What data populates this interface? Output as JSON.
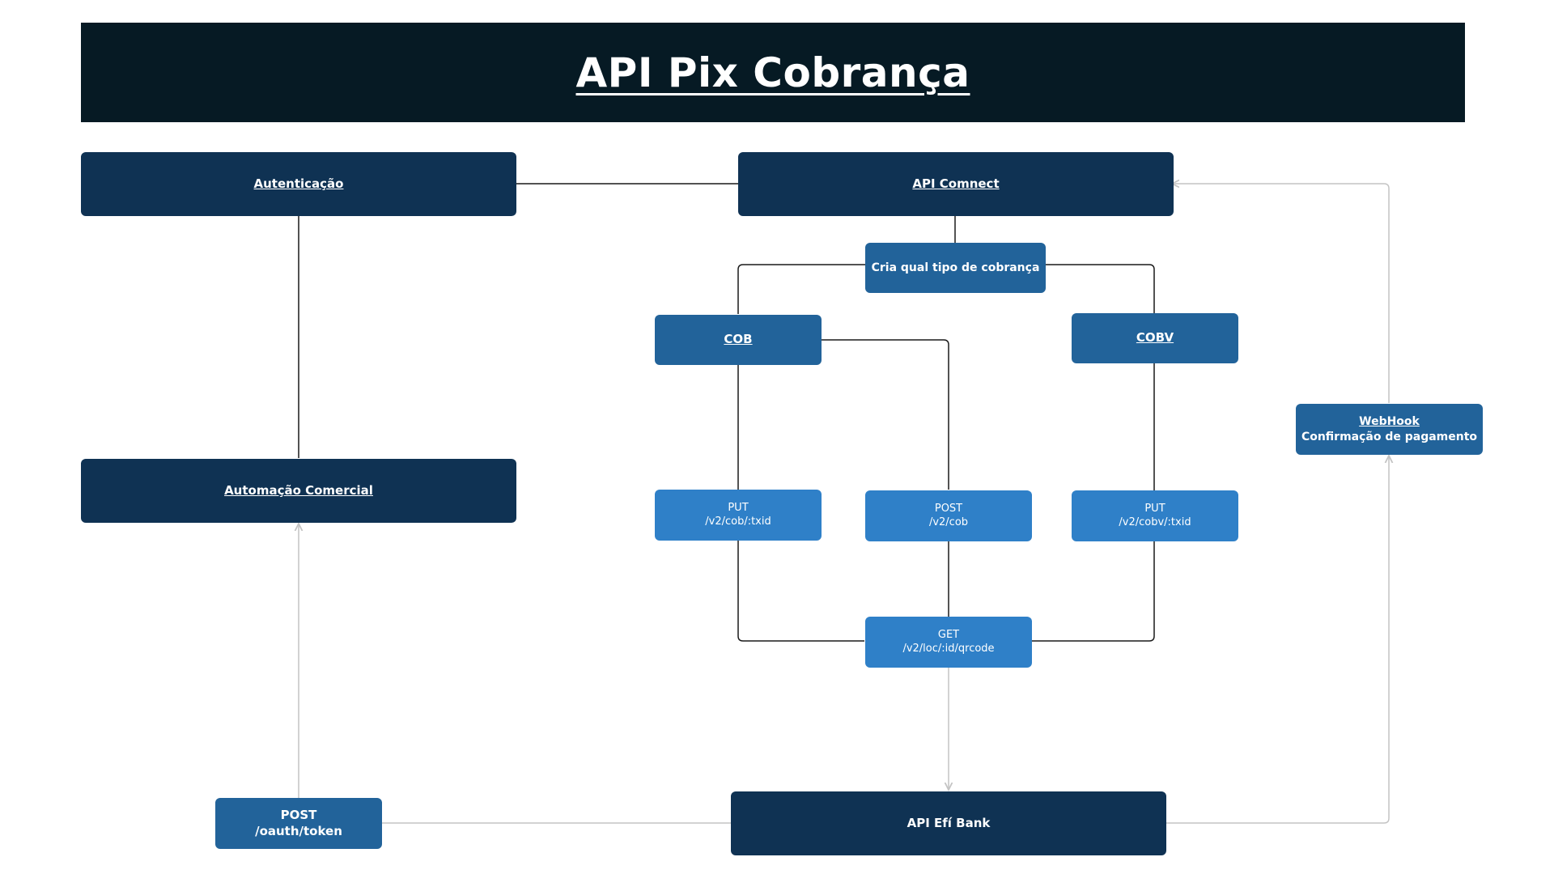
{
  "title": "API Pix Cobrança",
  "nodes": {
    "autenticacao": "Autenticação",
    "api_connect": "API Comnect",
    "automacao_comercial": "Automação Comercial",
    "cria_tipo": "Cria qual tipo de cobrança",
    "cob": "COB",
    "cobv": "COBV",
    "webhook_title": "WebHook",
    "webhook_sub": "Confirmação de pagamento",
    "put_cob_method": "PUT",
    "put_cob_path": "/v2/cob/:txid",
    "post_cob_method": "POST",
    "post_cob_path": "/v2/cob",
    "put_cobv_method": "PUT",
    "put_cobv_path": "/v2/cobv/:txid",
    "get_qr_method": "GET",
    "get_qr_path": "/v2/loc/:id/qrcode",
    "oauth_method": "POST",
    "oauth_path": "/oauth/token",
    "api_efi": "API Efí Bank"
  },
  "colors": {
    "banner": "#061a24",
    "dark_box": "#0f3253",
    "mid_box": "#22639a",
    "light_box": "#2f80c8",
    "dark_line": "#1a1a1a",
    "light_line": "#c4c4c4"
  }
}
